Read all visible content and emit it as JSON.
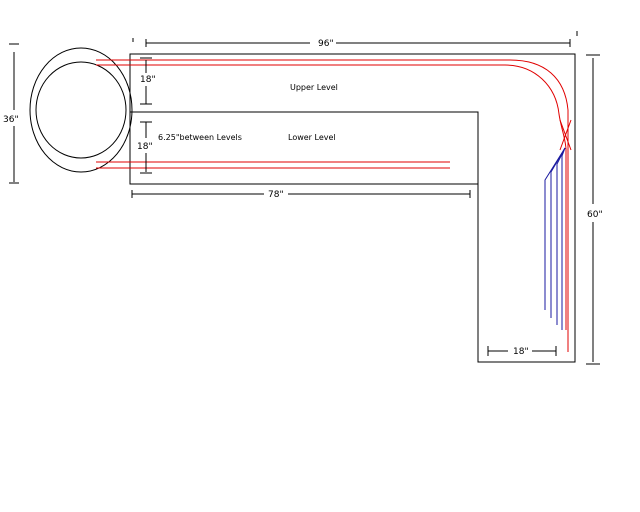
{
  "labels": {
    "top_width": "96\"",
    "left_height": "36\"",
    "upper_depth": "18\"",
    "lower_depth": "18\"",
    "upper_level": "Upper Level",
    "lower_level": "Lower Level",
    "between_levels": "6.25\"between Levels",
    "lower_width": "78\"",
    "right_height": "60\"",
    "leg_width": "18\""
  },
  "colors": {
    "outline": "#000000",
    "upper_track": "#e00000",
    "yard_track": "#1a1aa0"
  }
}
